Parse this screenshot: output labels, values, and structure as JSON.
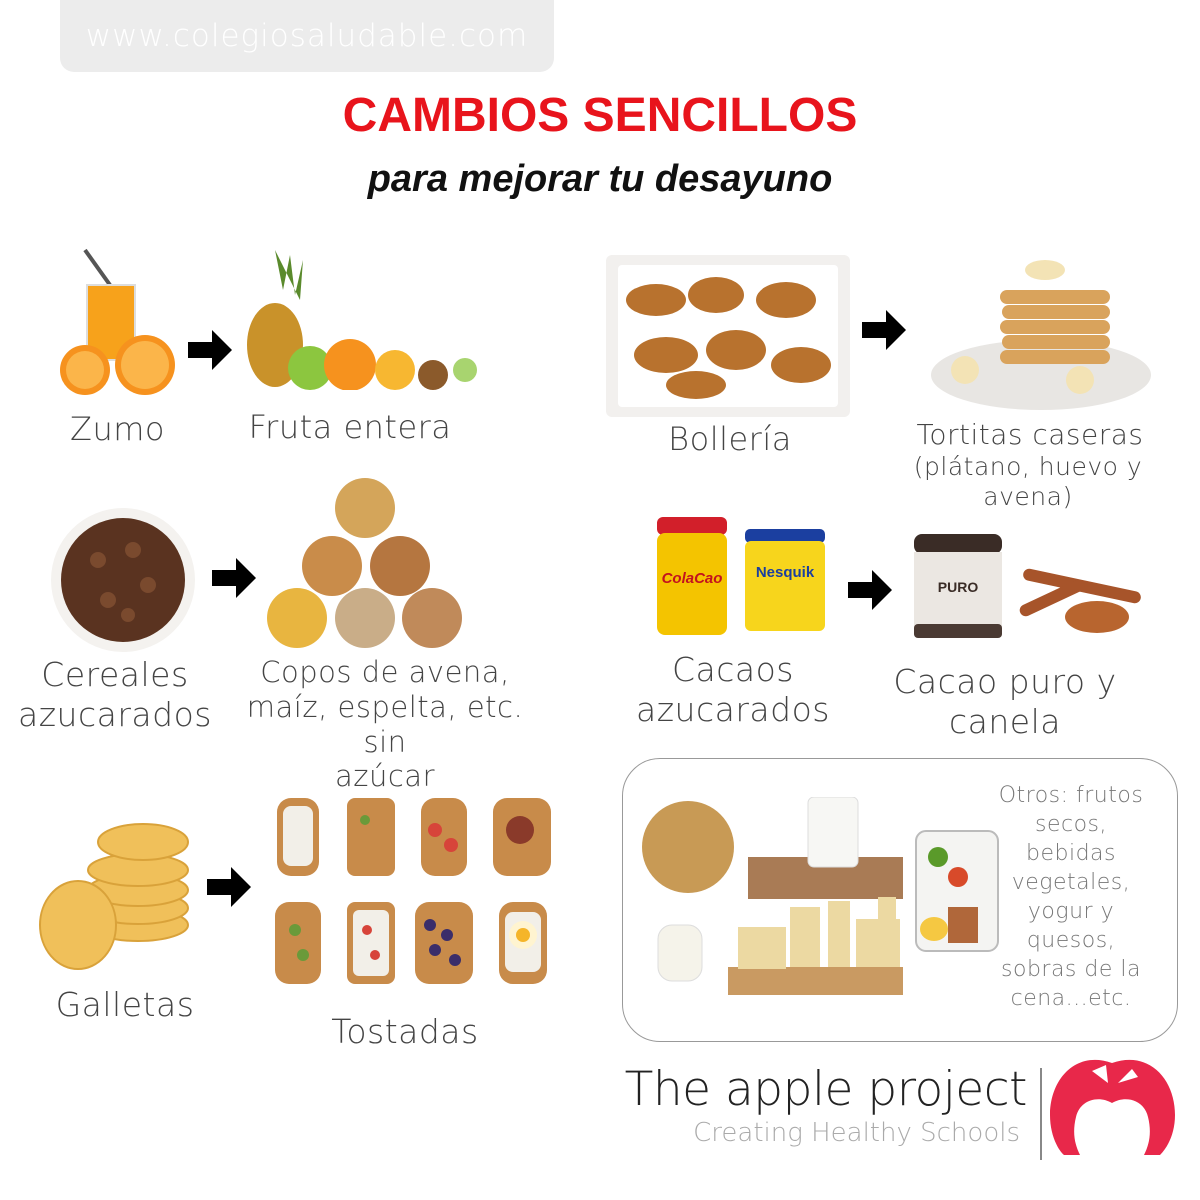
{
  "header": {
    "watermark": "www.colegiosaludable.com",
    "title": "CAMBIOS SENCILLOS",
    "subtitle": "para mejorar tu desayuno"
  },
  "swaps": [
    {
      "from": "Zumo",
      "to": "Fruta entera"
    },
    {
      "from": "Bollería",
      "to": "Tortitas caseras",
      "to_note": "(plátano, huevo y avena)"
    },
    {
      "from_line1": "Cereales",
      "from_line2": "azucarados",
      "to_line1": "Copos de avena,",
      "to_line2": "maíz, espelta, etc. sin",
      "to_line3": "azúcar"
    },
    {
      "from_line1": "Cacaos",
      "from_line2": "azucarados",
      "to_line1": "Cacao puro y",
      "to_line2": "canela"
    },
    {
      "from": "Galletas",
      "to": "Tostadas"
    }
  ],
  "others": {
    "lines": [
      "Otros: frutos",
      "secos,",
      "bebidas",
      "vegetales,",
      "yogur y",
      "quesos,",
      "sobras de la",
      "cena...etc."
    ]
  },
  "brand": {
    "name": "The apple project",
    "tagline": "Creating Healthy Schools",
    "logo_color": "#e8284a"
  },
  "colors": {
    "title_red": "#e8141c",
    "arrow": "#000000"
  }
}
